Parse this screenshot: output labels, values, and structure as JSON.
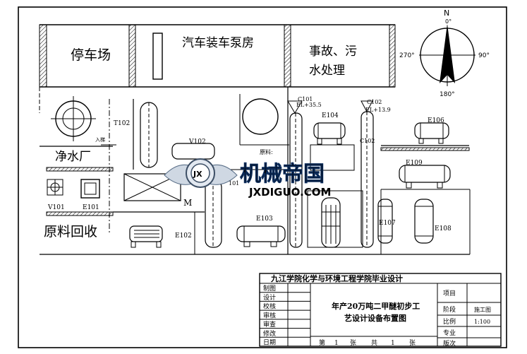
{
  "rooms": {
    "parking": "停车场",
    "pump_house": "汽车装车泵房",
    "accident_line1": "事故、污",
    "accident_line2": "水处理",
    "water_plant": "净水厂",
    "raw_recovery": "原料回收"
  },
  "compass": {
    "north": "N",
    "north_deg": "0°",
    "east_deg": "90°",
    "south_deg": "180°",
    "west_deg": "270°"
  },
  "equipment": {
    "t102": "T102",
    "v102": "V102",
    "v101": "V101",
    "e101": "E101",
    "e102": "E102",
    "e103": "E103",
    "e104": "E104",
    "e106": "E106",
    "e107": "E107",
    "e108": "E108",
    "e109": "E109",
    "c101": "C101",
    "c101_elev": "EL+35.5",
    "c102": "C102",
    "c102_elev": "EL+13.9",
    "c102_side": "C102",
    "ladder": "入梯",
    "raw_material": "原料:",
    "m_label": "M",
    "fragment_101": "101"
  },
  "watermark": {
    "cn": "机械帝国",
    "en": "JXDIGUO.COM",
    "badge": "JX"
  },
  "title_block": {
    "school": "九江学院化学与环境工程学院毕业设计",
    "title_line1": "年产20万吨二甲醚初步工",
    "title_line2": "艺设计设备布置图",
    "rows": [
      "制图",
      "设计",
      "校核",
      "审核",
      "审查",
      "修改",
      "日期"
    ],
    "project_label": "项目",
    "stage_label": "阶段",
    "stage_value": "施工图",
    "scale_label": "比例",
    "scale_value": "1:100",
    "major_label": "专业",
    "version_label": "版次",
    "sheet_di": "第",
    "sheet_n1": "1",
    "sheet_zhang1": "张",
    "sheet_gong": "共",
    "sheet_n2": "1",
    "sheet_zhang2": "张"
  }
}
